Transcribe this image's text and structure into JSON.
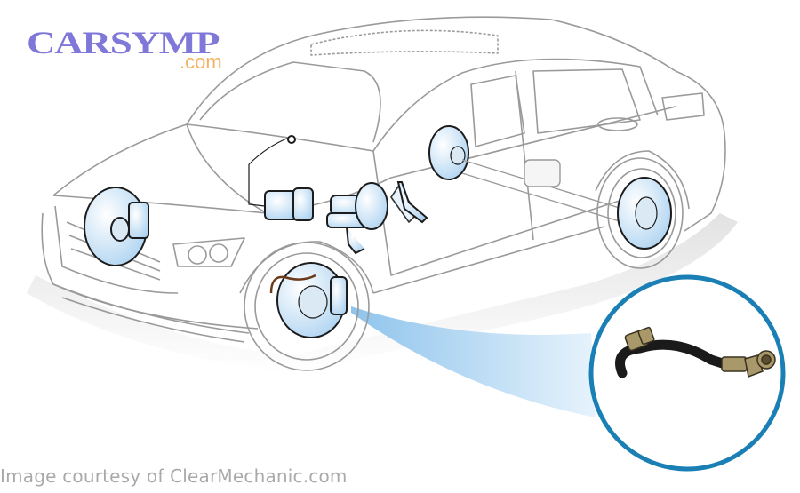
{
  "logo": {
    "main": "CARSYMP",
    "sub": ".com",
    "main_color": "#7f78d8",
    "sub_color": "#f4b266"
  },
  "caption": "Image courtesy of ClearMechanic.com",
  "diagram": {
    "subject": "sedan brake system cutaway",
    "highlighted_part": "brake hose",
    "components": [
      "front brake rotor (left)",
      "front brake rotor (right)",
      "ABS module",
      "brake master cylinder",
      "brake booster",
      "brake pedal",
      "rear brake drum",
      "rear axle / driveshaft",
      "brake hose"
    ],
    "colors": {
      "outline": "#9a9a9a",
      "component_fill": "#bcdcf4",
      "callout_ring": "#1a7fb4",
      "callout_beam": "#a8d2f0",
      "hose": "#1a1a1a",
      "fitting": "#8a7a4a"
    }
  }
}
